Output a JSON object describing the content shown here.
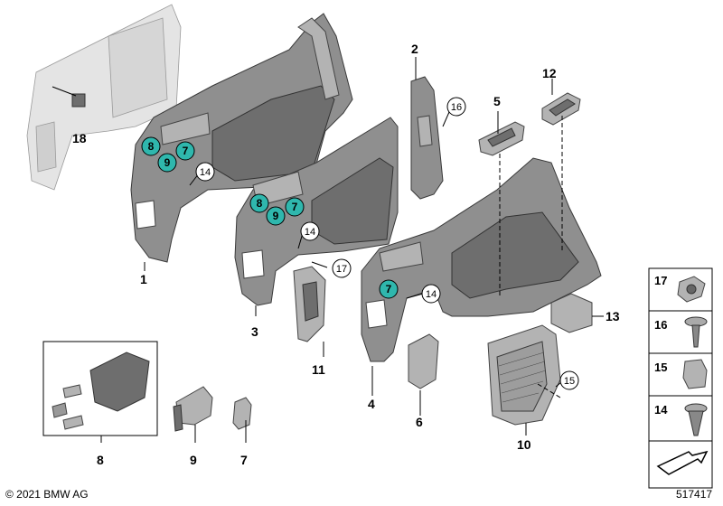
{
  "callouts": {
    "p1": "1",
    "p2": "2",
    "p3": "3",
    "p4": "4",
    "p5": "5",
    "p6": "6",
    "p7": "7",
    "p8": "8",
    "p9": "9",
    "p10": "10",
    "p11": "11",
    "p12": "12",
    "p13": "13",
    "p18": "18"
  },
  "circled_refs": {
    "c16": "16",
    "c14a": "14",
    "c14b": "14",
    "c14c": "14",
    "c17": "17",
    "c15": "15"
  },
  "highlighted_refs": {
    "h8a": "8",
    "h7a": "7",
    "h9a": "9",
    "h8b": "8",
    "h7b": "7",
    "h9b": "9",
    "h7c": "7"
  },
  "legend": [
    "17",
    "16",
    "15",
    "14"
  ],
  "footer": {
    "copyright": "© 2021 BMW AG",
    "diagram_id": "517417"
  }
}
